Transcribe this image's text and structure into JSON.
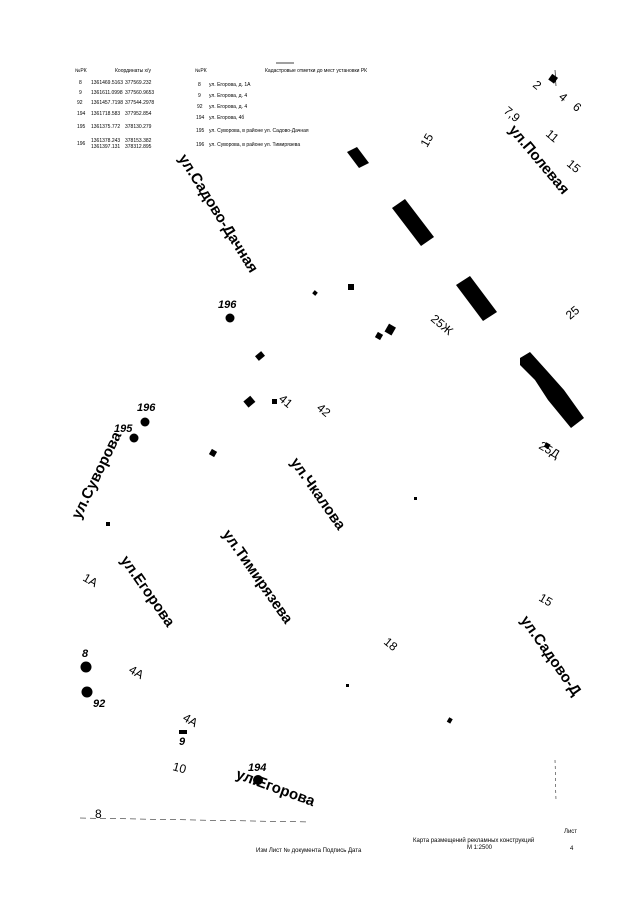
{
  "left_table": {
    "header_num": "№РК",
    "header_coords": "Координаты x/y",
    "rows": [
      {
        "num": "8",
        "x": "1361469.5163",
        "y": "377569.232"
      },
      {
        "num": "9",
        "x": "1361611.0998",
        "y": "377560.9653"
      },
      {
        "num": "92",
        "x": "1361457.7198",
        "y": "377544.2978"
      },
      {
        "num": "194",
        "x": "1361718.583",
        "y": "377952.854"
      },
      {
        "num": "195",
        "x": "1361375.772",
        "y": "378130.279"
      },
      {
        "num": "196",
        "x": "1361378.243\n1361397.131",
        "y": "378153.382\n378312.895"
      }
    ]
  },
  "right_table": {
    "header_num": "№РК",
    "header_addr": "Кадастровые отметки до мест установки РК",
    "rows": [
      {
        "num": "8",
        "addr": "ул. Егорова, д. 1А"
      },
      {
        "num": "9",
        "addr": "ул. Егорова, д. 4"
      },
      {
        "num": "92",
        "addr": "ул. Егорова, д. 4"
      },
      {
        "num": "194",
        "addr": "ул. Егорова, 4б"
      },
      {
        "num": "195",
        "addr": "ул. Суворова, в районе ул. Садово-Дачная"
      },
      {
        "num": "196",
        "addr": "ул. Суворова, в районе ул. Тимирязева"
      }
    ]
  },
  "streets": {
    "sadovo_dachnaya": "ул.Садово-Дачная",
    "polevaya": "ул.Полевая",
    "suvorova": "ул.Суворова",
    "chkalova": "ул.Чкалова",
    "timiryazeva": "ул.Тимирязева",
    "egorova": "ул.Егорова",
    "sadovo_d_2": "ул.Садово-Д",
    "egorova_2": "ул.Егорова"
  },
  "houses": {
    "h2": "2",
    "h4": "4",
    "h6": "6",
    "h79": "7,9",
    "h11": "11",
    "h15a": "15",
    "h15b": "15",
    "h25": "25",
    "h25zh": "25Ж",
    "h25d": "25Д",
    "h41": "41",
    "h42": "42",
    "h1a": "1А",
    "h4a_1": "4А",
    "h4a_2": "4А",
    "h10": "10",
    "h8": "8",
    "h18": "18",
    "h15_top": "15"
  },
  "markers": {
    "m196a": "196",
    "m196b": "196",
    "m195": "195",
    "m8": "8",
    "m92": "92",
    "m9": "9",
    "m194": "194"
  },
  "stamp": {
    "cols": "Изм  Лист  № документа  Подпись  Дата",
    "title": "Карта размещений рекламных конструкций",
    "scale": "М 1:2500",
    "sheet_label": "Лист",
    "sheet_num": "4"
  }
}
